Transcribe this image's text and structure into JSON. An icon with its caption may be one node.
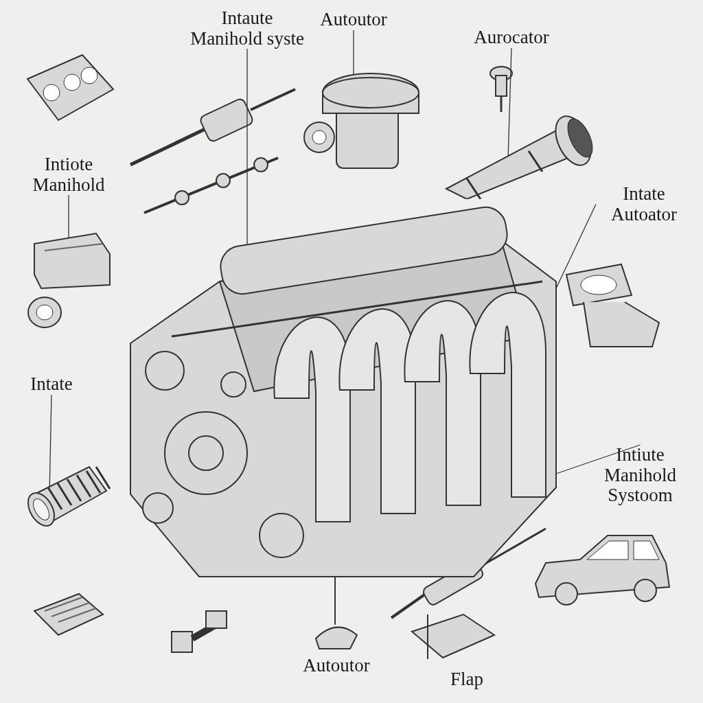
{
  "diagram": {
    "nodes": [
      {
        "text": [
          "Intaute Manihold syste"
        ]
      },
      {
        "text": [
          "Autoutor"
        ]
      },
      {
        "text": [
          "Aurocator"
        ]
      },
      {
        "text": [
          "Intiote Manihold"
        ]
      },
      {
        "text": [
          "Intate Autoator"
        ]
      },
      {
        "text": [
          "Intate"
        ]
      },
      {
        "text": [
          "Intiute Manihold Systoom"
        ]
      },
      {
        "text": [],
        "shape": "picture"
      },
      {
        "text": [],
        "shape": "picture"
      },
      {
        "text": [],
        "shape": "picture"
      },
      {
        "text": [],
        "shape": "picture"
      },
      {
        "text": [],
        "shape": "picture"
      }
    ],
    "edges": [
      {
        "from": 0,
        "to": 7,
        "arrow": "none"
      },
      {
        "from": 1,
        "to": 8,
        "arrow": "none"
      },
      {
        "from": 2,
        "to": 9,
        "arrow": "none"
      },
      {
        "from": 3,
        "to": 10,
        "arrow": "none"
      },
      {
        "from": 4,
        "to": 7,
        "arrow": "none"
      },
      {
        "from": 5,
        "to": 11,
        "arrow": "none"
      },
      {
        "from": 6,
        "to": 7,
        "arrow": "none"
      }
    ],
    "labels": [
      "Autoutor",
      "Flap"
    ]
  }
}
